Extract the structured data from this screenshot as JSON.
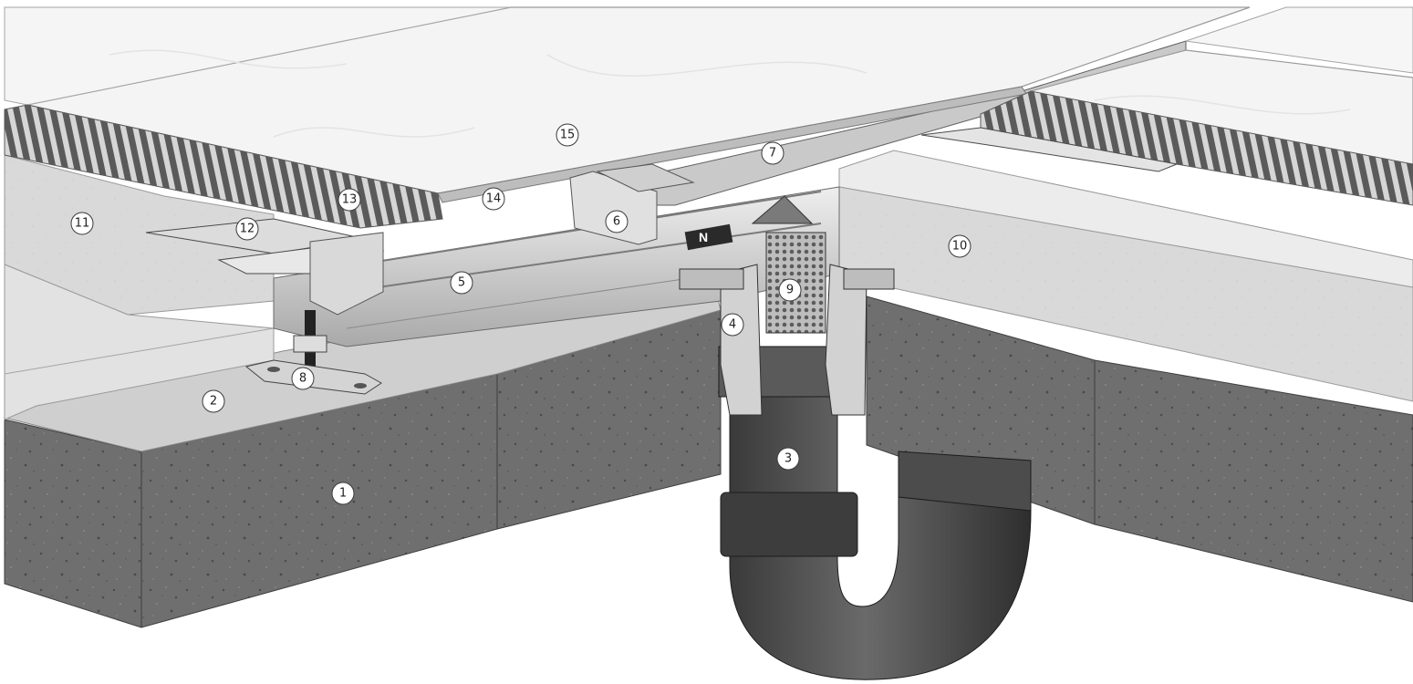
{
  "diagram": {
    "logo_text": "N",
    "callouts": [
      "1",
      "2",
      "3",
      "4",
      "5",
      "6",
      "7",
      "8",
      "9",
      "10",
      "11",
      "12",
      "13",
      "14",
      "15"
    ]
  }
}
